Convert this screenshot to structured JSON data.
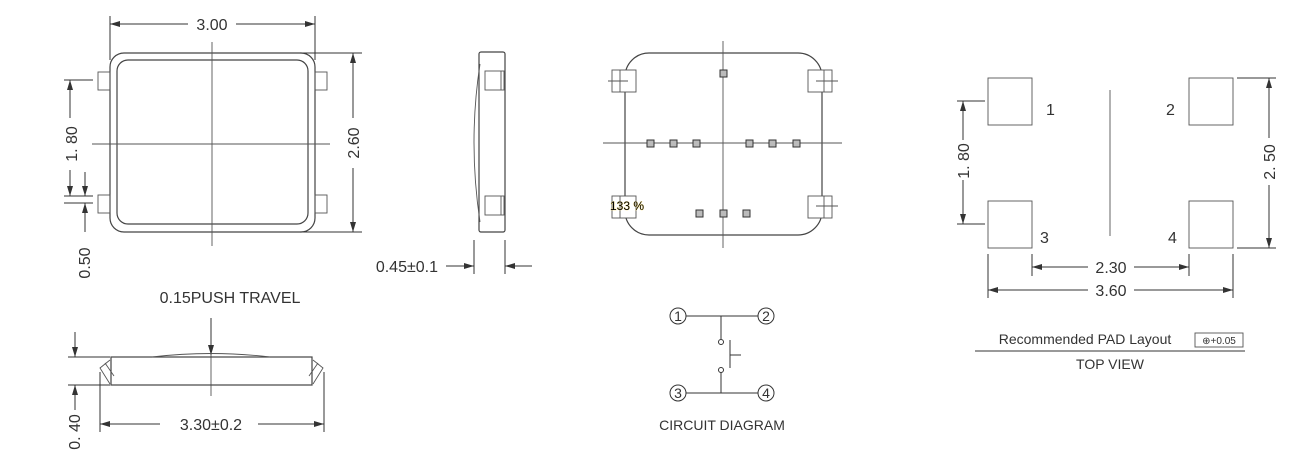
{
  "top_view_dims": {
    "width": "3.00",
    "height": "2.60",
    "pitch": "1. 80",
    "terminal": "0.50"
  },
  "side_view_dims": {
    "thickness": "0.45±0.1"
  },
  "front_view": {
    "push_travel": "0.15PUSH TRAVEL",
    "height": "0. 40",
    "length": "3.30±0.2"
  },
  "bottom_view": {
    "zoom_overlay": "133 %"
  },
  "circuit": {
    "title": "CIRCUIT DIAGRAM",
    "pins": [
      "1",
      "2",
      "3",
      "4"
    ]
  },
  "pad_layout": {
    "pads": [
      "1",
      "2",
      "3",
      "4"
    ],
    "dims": {
      "pitch_v": "1. 80",
      "height": "2. 50",
      "inner": "2.30",
      "outer": "3.60"
    },
    "title": "Recommended PAD Layout",
    "tolerance": "⊕+0.05",
    "subtitle": "TOP VIEW"
  }
}
